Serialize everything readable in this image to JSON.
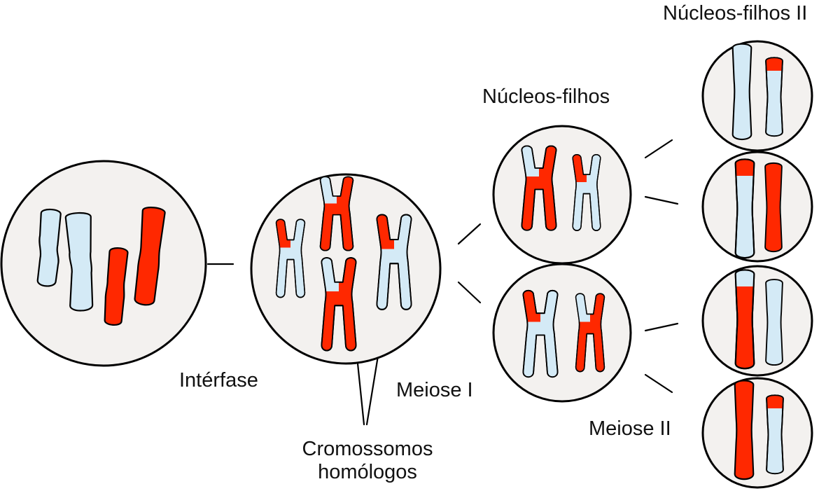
{
  "labels": {
    "interphase": "Intérfase",
    "meiosis1": "Meiose I",
    "meiosis2": "Meiose II",
    "homologs_line1": "Cromossomos",
    "homologs_line2": "homólogos",
    "daughter_nuclei": "Núcleos-filhos",
    "daughter_nuclei_2": "Núcleos-filhos II"
  },
  "colors": {
    "red_chromosome": "#ff2800",
    "blue_chromosome": "#d4eaf6",
    "nucleus_fill": "#f3f1ef"
  }
}
